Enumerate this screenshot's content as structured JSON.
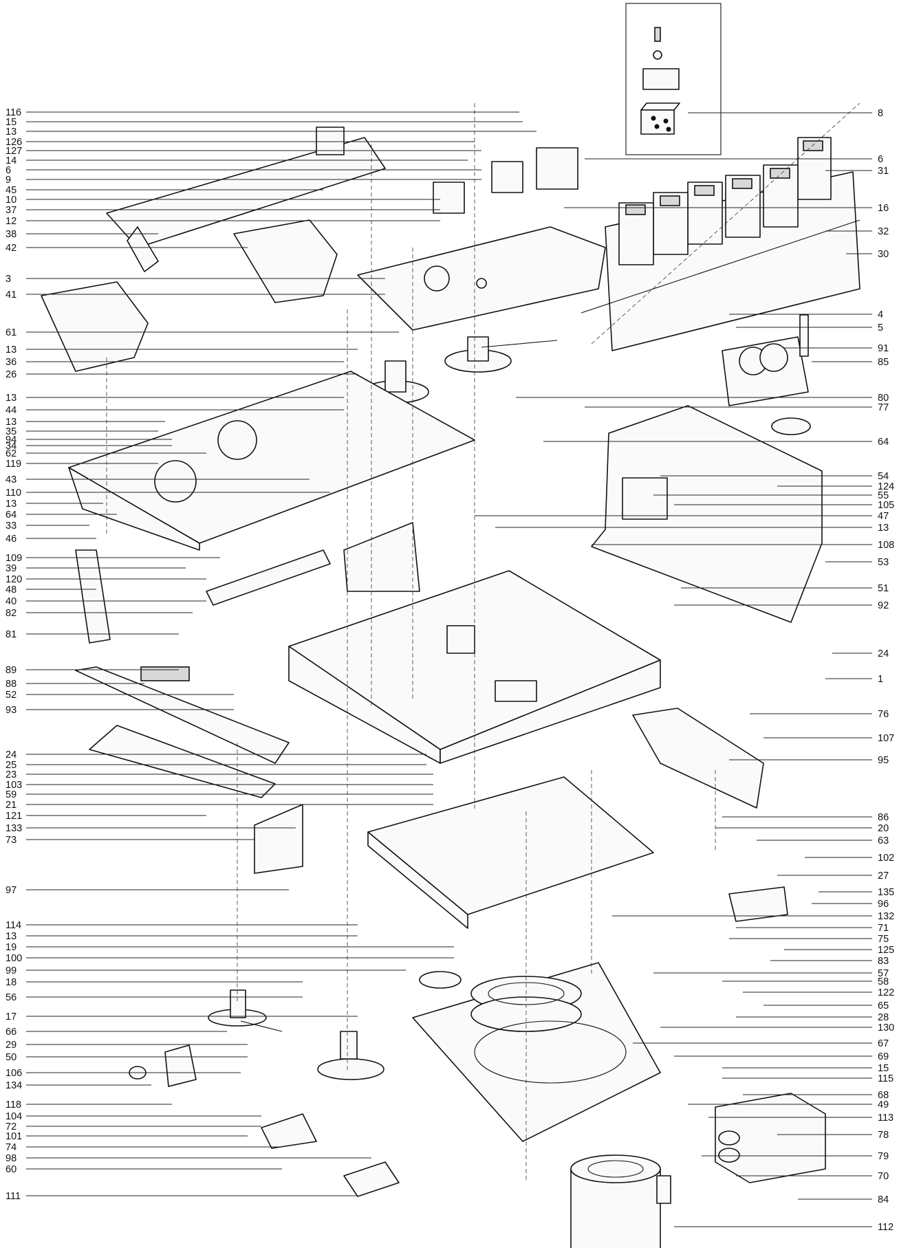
{
  "callouts_left": [
    "116",
    "15",
    "13",
    "126",
    "127",
    "14",
    "6",
    "9",
    "45",
    "10",
    "37",
    "12",
    "38",
    "42",
    "3",
    "41",
    "61",
    "13",
    "36",
    "26",
    "13",
    "44",
    "13",
    "35",
    "94",
    "34",
    "62",
    "119",
    "43",
    "110",
    "13",
    "64",
    "33",
    "46",
    "109",
    "39",
    "120",
    "48",
    "40",
    "82",
    "81",
    "89",
    "88",
    "52",
    "93",
    "24",
    "25",
    "23",
    "103",
    "59",
    "21",
    "121",
    "133",
    "73",
    "97",
    "114",
    "13",
    "19",
    "100",
    "99",
    "18",
    "56",
    "17",
    "66",
    "29",
    "50",
    "106",
    "134",
    "118",
    "104",
    "72",
    "101",
    "74",
    "98",
    "60",
    "111"
  ],
  "callouts_right": [
    "8",
    "6",
    "31",
    "16",
    "32",
    "30",
    "4",
    "5",
    "91",
    "85",
    "80",
    "77",
    "64",
    "54",
    "124",
    "55",
    "105",
    "47",
    "13",
    "108",
    "53",
    "51",
    "92",
    "24",
    "1",
    "76",
    "107",
    "95",
    "86",
    "20",
    "63",
    "102",
    "27",
    "135",
    "96",
    "132",
    "71",
    "75",
    "125",
    "83",
    "57",
    "58",
    "122",
    "65",
    "28",
    "130",
    "67",
    "69",
    "15",
    "115",
    "68",
    "49",
    "113",
    "78",
    "79",
    "70",
    "84",
    "112"
  ]
}
